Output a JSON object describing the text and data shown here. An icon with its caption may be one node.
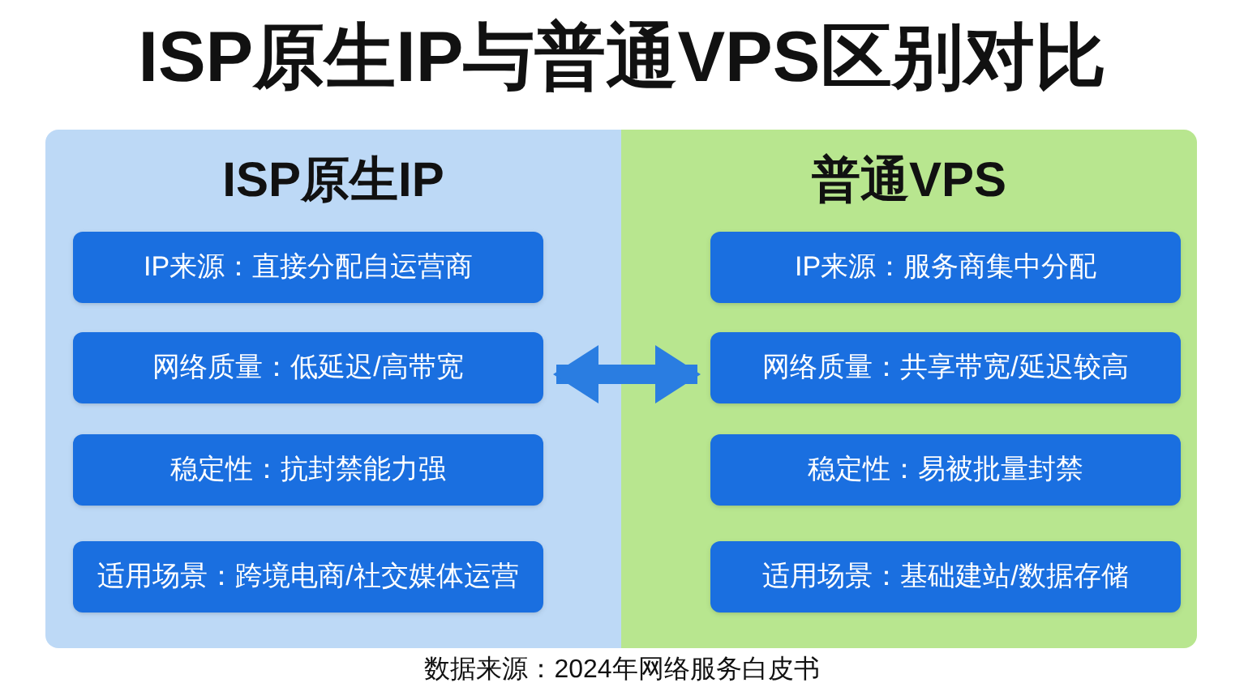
{
  "diagram": {
    "title": "ISP原生IP与普通VPS区别对比",
    "nodes": [
      {
        "text": [
          "ISP原生IP"
        ]
      },
      {
        "text": [
          "IP来源：直接分配自运营商"
        ],
        "in": 0
      },
      {
        "text": [
          "网络质量：低延迟/高带宽"
        ],
        "in": 0
      },
      {
        "text": [
          "稳定性：抗封禁能力强"
        ],
        "in": 0
      },
      {
        "text": [
          "适用场景：跨境电商/社交媒体运营"
        ],
        "in": 0
      },
      {
        "text": [
          "普通VPS"
        ]
      },
      {
        "text": [
          "IP来源：服务商集中分配"
        ],
        "in": 5
      },
      {
        "text": [
          "网络质量：共享带宽/延迟较高"
        ],
        "in": 5
      },
      {
        "text": [
          "稳定性：易被批量封禁"
        ],
        "in": 5
      },
      {
        "text": [
          "适用场景：基础建站/数据存储"
        ],
        "in": 5
      }
    ],
    "edges": [
      {
        "from": 2,
        "to": 7,
        "arrow": "both"
      }
    ],
    "caption": "数据来源：2024年网络服务白皮书"
  }
}
